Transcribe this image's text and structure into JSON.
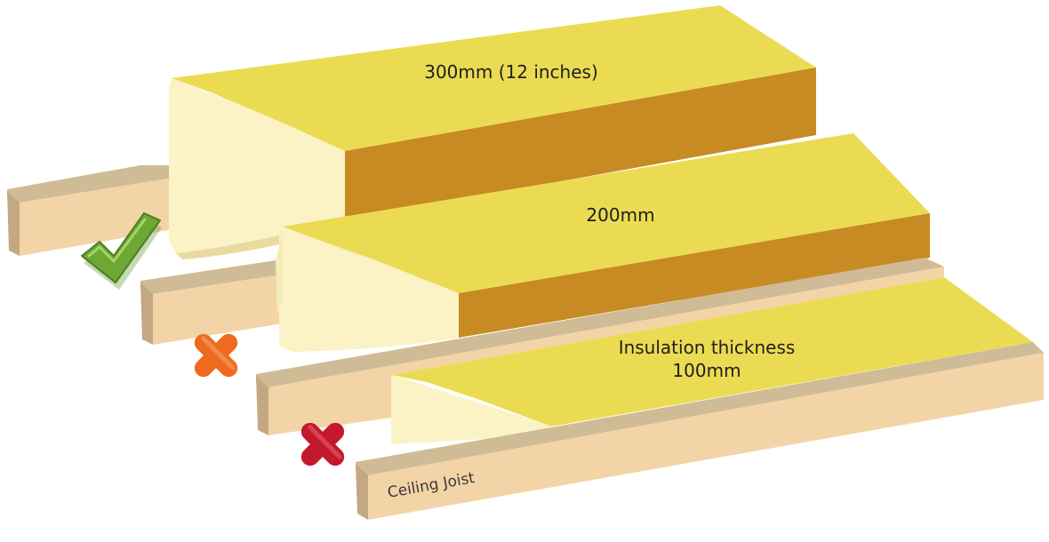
{
  "diagram": {
    "labels": {
      "layer_300": "300mm (12 inches)",
      "layer_200": "200mm",
      "layer_100_line1": "Insulation thickness",
      "layer_100_line2": "100mm",
      "joist": "Ceiling Joist"
    },
    "layers": [
      {
        "id": "300mm",
        "status": "recommended",
        "marker_icon": "check-icon"
      },
      {
        "id": "200mm",
        "status": "insufficient",
        "marker_icon": "cross-icon"
      },
      {
        "id": "100mm",
        "status": "poor",
        "marker_icon": "cross-icon"
      }
    ],
    "colors": {
      "insulation_top": "#ebdb52",
      "insulation_side_dark": "#c88a22",
      "insulation_cut_light": "#fbf3c6",
      "joist_front": "#f3d4a6",
      "joist_top": "#cfbc96",
      "check_green": "#6ca833",
      "cross_orange": "#ed6a1f",
      "cross_red": "#c3182d"
    }
  }
}
